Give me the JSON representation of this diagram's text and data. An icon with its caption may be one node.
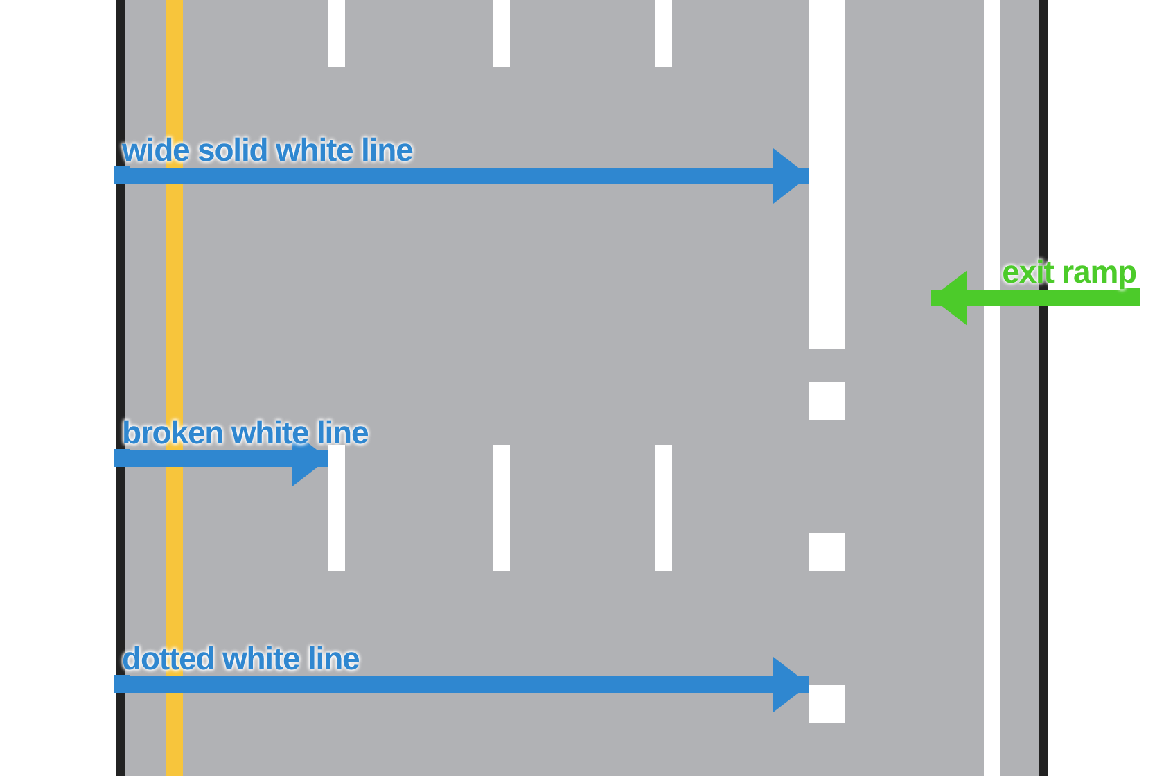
{
  "diagram": {
    "nodes": [
      {
        "text": [
          "wide solid white line"
        ]
      },
      {
        "text": [],
        "shape": "bar"
      },
      {
        "text": [
          "broken white line"
        ]
      },
      {
        "text": [],
        "shape": "bar"
      },
      {
        "text": [
          "dotted white line"
        ]
      },
      {
        "text": [],
        "shape": "bar"
      },
      {
        "text": [
          "exit ramp"
        ]
      }
    ],
    "edges": [
      {
        "from": 0,
        "to": 1,
        "arrow": "to"
      },
      {
        "from": 2,
        "to": 3,
        "arrow": "to"
      },
      {
        "from": 4,
        "to": 5,
        "arrow": "to"
      },
      {
        "from": 6,
        "to": null,
        "arrow": "to",
        "color": "#4ccb2a"
      }
    ]
  }
}
